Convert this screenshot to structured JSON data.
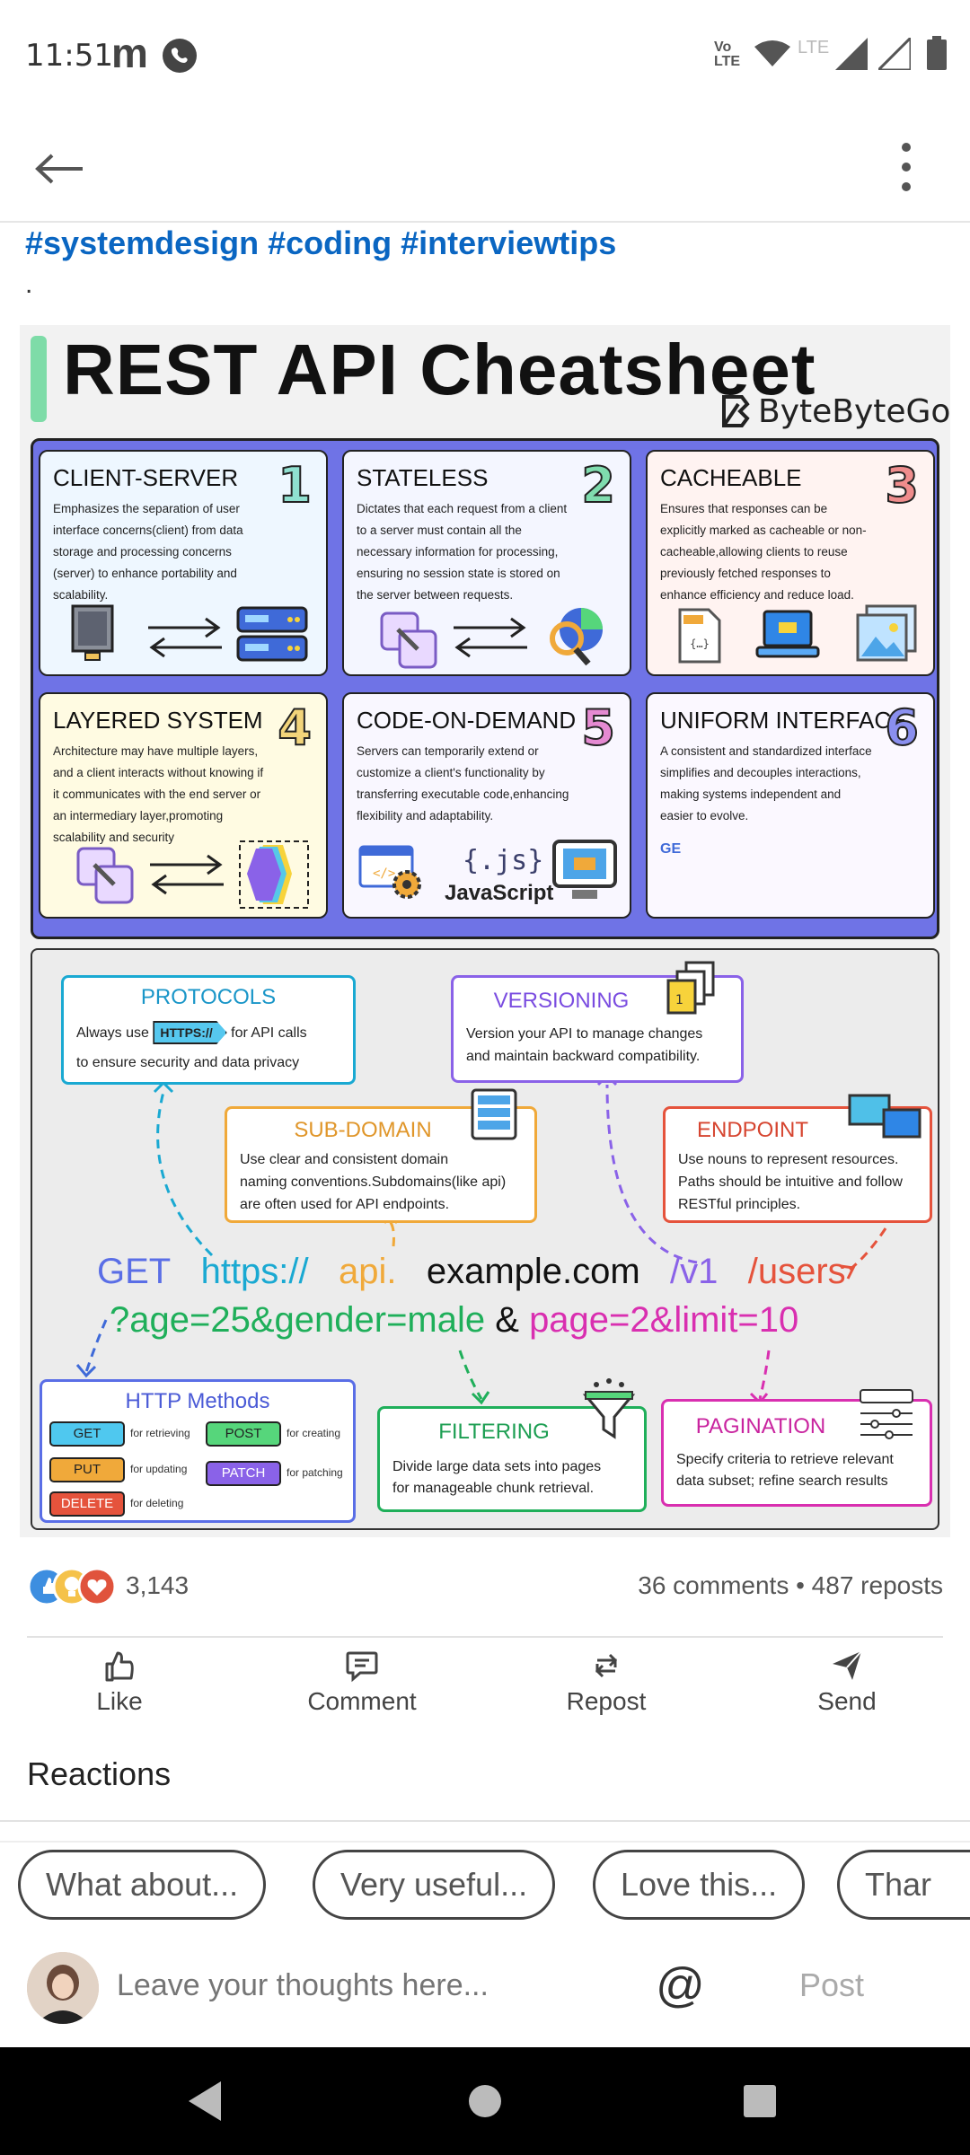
{
  "status_bar": {
    "time": "11:51",
    "app_letter": "m"
  },
  "post": {
    "hashtags": "#systemdesign #coding #interviewtips",
    "dot": "."
  },
  "infographic": {
    "title": "REST API Cheatsheet",
    "brand": "ByteByteGo",
    "cards": [
      {
        "title": "CLIENT-SERVER",
        "num": "1",
        "numColor": "#8fe0d0",
        "bg": "#eef7ff",
        "text": "Emphasizes the separation of user interface concerns(client) from data storage and processing concerns (server) to enhance portability and scalability."
      },
      {
        "title": "STATELESS",
        "num": "2",
        "numColor": "#7fdcae",
        "bg": "#f4f6ff",
        "text": "Dictates that each request from a client to a server must contain all the necessary information for processing, ensuring no session state is stored on the server between requests."
      },
      {
        "title": "CACHEABLE",
        "num": "3",
        "numColor": "#ef8c8c",
        "bg": "#fff3f1",
        "text": "Ensures that responses can be explicitly marked as cacheable or non-cacheable,allowing clients to reuse previously fetched responses to enhance efficiency and reduce load."
      },
      {
        "title": "LAYERED SYSTEM",
        "num": "4",
        "numColor": "#f2d47a",
        "bg": "#fffbe2",
        "text": "Architecture may have multiple layers, and a client interacts without knowing if it communicates with the end server or an intermediary layer,promoting scalability and security"
      },
      {
        "title": "CODE-ON-DEMAND",
        "num": "5",
        "numColor": "#e58ad2",
        "bg": "#f9f7ff",
        "text": "Servers can temporarily extend or customize a client's functionality by transferring executable code,enhancing flexibility and adaptability."
      },
      {
        "title": "UNIFORM INTERFACE",
        "num": "6",
        "numColor": "#8a8fef",
        "bg": "#fbf8ff",
        "text": "A consistent and standardized interface simplifies and decouples interactions, making systems independent and easier to evolve."
      }
    ],
    "code_labels": {
      "js": "{.js}",
      "javascript": "JavaScript",
      "ge": "GE"
    },
    "protocols": {
      "title": "PROTOCOLS",
      "text_before": "Always use",
      "https": "HTTPS://",
      "text_after": "for API calls",
      "text_line2": "to ensure security and data privacy"
    },
    "versioning": {
      "title": "VERSIONING",
      "text": "Version your API to manage changes and maintain backward compatibility."
    },
    "subdomain": {
      "title": "SUB-DOMAIN",
      "line1": "Use clear and consistent domain",
      "line2": "naming conventions.Subdomains(like api)",
      "line3": "are often used for API endpoints."
    },
    "endpoint": {
      "title": "ENDPOINT",
      "line1": "Use nouns to represent resources.",
      "line2": "Paths should be intuitive and follow",
      "line3": "RESTful principles."
    },
    "url": {
      "get": "GET",
      "https": "https://",
      "api": "api.",
      "domain": "example.com",
      "version": "/v1",
      "path": "/users",
      "query_filter": "?age=25&gender=male",
      "amp": "&",
      "query_page": "page=2&limit=10"
    },
    "http_methods": {
      "title": "HTTP Methods",
      "items": [
        {
          "label": "GET",
          "note": "for retrieving",
          "color": "#4fc8ef"
        },
        {
          "label": "POST",
          "note": "for creating",
          "color": "#56d67b"
        },
        {
          "label": "PUT",
          "note": "for updating",
          "color": "#f0a93a"
        },
        {
          "label": "PATCH",
          "note": "for patching",
          "color": "#8a62e8"
        },
        {
          "label": "DELETE",
          "note": "for deleting",
          "color": "#e5533c"
        }
      ]
    },
    "filtering": {
      "title": "FILTERING",
      "line1": "Divide large data sets into pages",
      "line2": "for manageable chunk retrieval."
    },
    "pagination": {
      "title": "PAGINATION",
      "line1": "Specify criteria to retrieve relevant",
      "line2": "data subset; refine search results"
    }
  },
  "social": {
    "reaction_count": "3,143",
    "comments_reposts": "36 comments • 487 reposts",
    "actions": [
      "Like",
      "Comment",
      "Repost",
      "Send"
    ],
    "reactions_label": "Reactions"
  },
  "chips": [
    "What about...",
    "Very useful...",
    "Love this...",
    "Thar"
  ],
  "composer": {
    "placeholder": "Leave your thoughts here...",
    "at": "@",
    "post_label": "Post"
  }
}
